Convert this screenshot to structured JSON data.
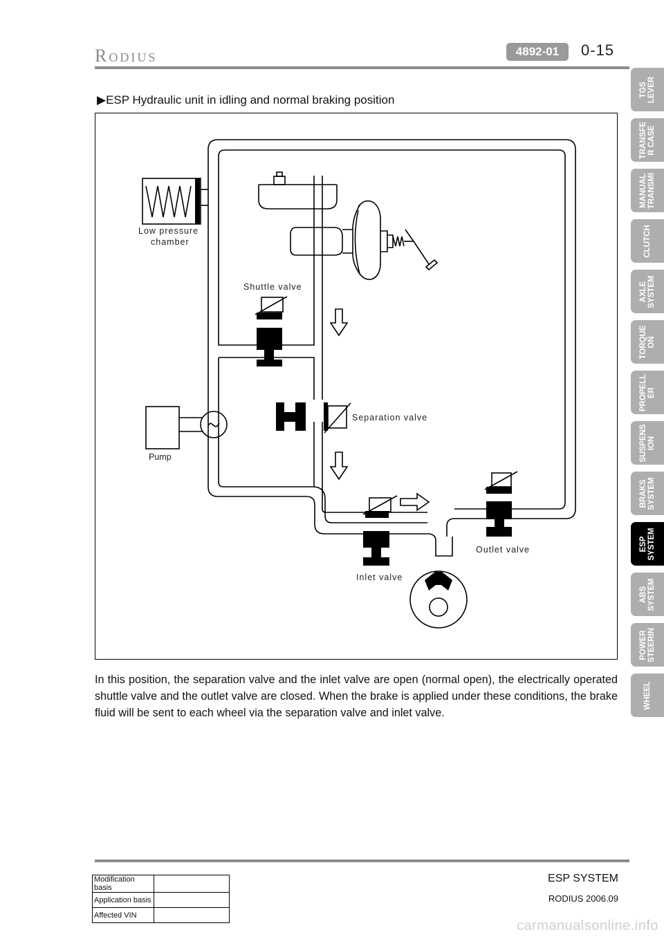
{
  "header": {
    "brand": "Rodius",
    "code": "4892-01",
    "page": "0-15"
  },
  "section_title": "▶ESP Hydraulic unit in idling and normal braking position",
  "diagram": {
    "labels": {
      "low_pressure": "Low pressure",
      "chamber": "chamber",
      "shuttle_valve": "Shuttle valve",
      "separation_valve": "Separation valve",
      "pump": "Pump",
      "inlet_valve": "Inlet valve",
      "outlet_valve": "Outlet valve"
    }
  },
  "body_text": "In this position, the separation valve and the inlet valve are open (normal open), the electrically operated shuttle valve and the outlet valve are closed. When the brake is applied under these conditions, the brake fluid will be sent to each wheel via the separation valve and inlet valve.",
  "footer": {
    "title": "ESP SYSTEM",
    "date": "RODIUS 2006.09"
  },
  "mod_table": [
    {
      "key": "Modification basis",
      "value": ""
    },
    {
      "key": "Application basis",
      "value": ""
    },
    {
      "key": "Affected VIN",
      "value": ""
    }
  ],
  "tabs": [
    {
      "label": "TGS\nLEVER",
      "active": false
    },
    {
      "label": "TRANSFE\nR CASE",
      "active": false
    },
    {
      "label": "MANUAL\nTRANSMI",
      "active": false
    },
    {
      "label": "CLUTCH",
      "active": false
    },
    {
      "label": "AXLE\nSYSTEM",
      "active": false
    },
    {
      "label": "TORQUE\nON",
      "active": false
    },
    {
      "label": "PROPELL\nER",
      "active": false
    },
    {
      "label": "SUSPENS\nION",
      "active": false
    },
    {
      "label": "BRAKS\nSYSTEM",
      "active": false
    },
    {
      "label": "ESP\nSYSTEM",
      "active": true
    },
    {
      "label": "ABS\nSYSTEM",
      "active": false
    },
    {
      "label": "POWER\nSTEERIN",
      "active": false
    },
    {
      "label": "WHEEL",
      "active": false
    }
  ],
  "watermark": "carmanualsonline.info"
}
